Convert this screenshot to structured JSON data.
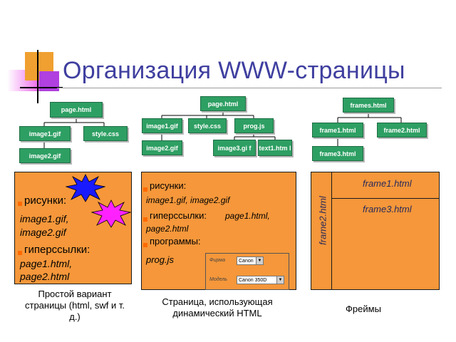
{
  "title": "Организация WWW-страницы",
  "tree1": {
    "root": "page.html",
    "children": [
      "image1.gif",
      "style.css"
    ],
    "grandchild": "image2.gif"
  },
  "tree2": {
    "root": "page.html",
    "children": [
      "image1.gif",
      "style.css",
      "prog.js"
    ],
    "image_child": "image2.gif",
    "prog_children": [
      "image3.gi f",
      "text1.htm l"
    ]
  },
  "tree3": {
    "root": "frames.html",
    "children": [
      "frame1.html",
      "frame2.html"
    ],
    "grandchild": "frame3.html"
  },
  "panel1": {
    "b1_label": "рисунки:",
    "b1_value_line1": "image1.gif,",
    "b1_value_line2": "image2.gif",
    "b2_label": "гиперссылки:",
    "b2_value_line1": "page1.html,",
    "b2_value_line2": "page2.html",
    "caption_line1": "Простой вариант",
    "caption_line2": "страницы (html, swf и т.",
    "caption_line3": "д.)"
  },
  "panel2": {
    "b1_label": "рисунки:",
    "b1_value": "image1.gif, image2.gif",
    "b2_label": "гиперссылки:",
    "b2_value_inline": "page1.html,",
    "b2_value_line2": "page2.html",
    "b3_label": "программы:",
    "b3_value": "prog.js",
    "form": {
      "row1_label": "Фирма",
      "row1_value": "Canon",
      "row2_label": "Модель",
      "row2_value": "Canon 350D"
    },
    "caption_line1": "Страница, использующая",
    "caption_line2": "динамический HTML"
  },
  "panel3": {
    "side_label": "frame2.html",
    "top_label": "frame1.html",
    "bottom_label": "frame3.html",
    "caption": "Фреймы"
  },
  "colors": {
    "node_green": "#2e9f63",
    "panel_orange": "#f5973a",
    "title_blue": "#3f3fa0",
    "star_blue": "#1a1aff",
    "star_magenta": "#ff22ff"
  }
}
